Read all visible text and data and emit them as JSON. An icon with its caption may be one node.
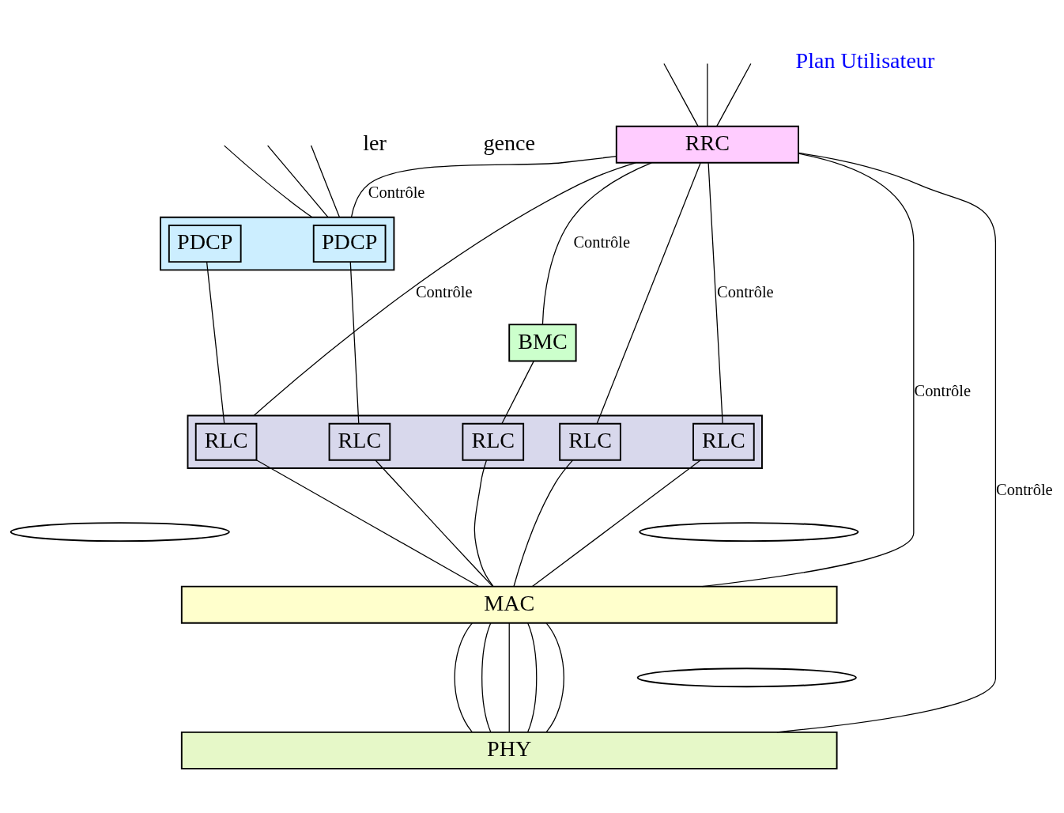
{
  "diagram": {
    "nodes": [
      {
        "text": [
          "RRC"
        ]
      },
      {
        "text": [],
        "shape": "box"
      },
      {
        "text": [
          "PDCP"
        ],
        "in": 1
      },
      {
        "text": [
          "PDCP"
        ],
        "in": 1
      },
      {
        "text": [
          "BMC"
        ]
      },
      {
        "text": [],
        "shape": "box"
      },
      {
        "text": [
          "RLC"
        ],
        "in": 5
      },
      {
        "text": [
          "RLC"
        ],
        "in": 5
      },
      {
        "text": [
          "RLC"
        ],
        "in": 5
      },
      {
        "text": [
          "RLC"
        ],
        "in": 5
      },
      {
        "text": [
          "RLC"
        ],
        "in": 5
      },
      {
        "text": [],
        "shape": "ellipse"
      },
      {
        "text": [],
        "shape": "ellipse"
      },
      {
        "text": [
          "MAC"
        ]
      },
      {
        "text": [],
        "shape": "ellipse"
      },
      {
        "text": [
          "PHY"
        ]
      }
    ],
    "edges": [
      {
        "from": null,
        "to": 0,
        "arrow": "none"
      },
      {
        "from": null,
        "to": 0,
        "arrow": "none"
      },
      {
        "from": null,
        "to": 0,
        "arrow": "none"
      },
      {
        "from": null,
        "to": 1,
        "arrow": "none"
      },
      {
        "from": null,
        "to": 1,
        "arrow": "none"
      },
      {
        "from": null,
        "to": 1,
        "arrow": "none"
      },
      {
        "from": 0,
        "to": 15,
        "arrow": "none",
        "label": "Contrôle"
      },
      {
        "from": 0,
        "to": 13,
        "arrow": "none",
        "label": "Contrôle"
      },
      {
        "from": 0,
        "to": 5,
        "arrow": "none",
        "label": "Contrôle"
      },
      {
        "from": 0,
        "to": 6,
        "arrow": "none",
        "label": "Contrôle"
      },
      {
        "from": 0,
        "to": 7,
        "arrow": "none"
      },
      {
        "from": 0,
        "to": 4,
        "arrow": "none",
        "label": "Contrôle"
      },
      {
        "from": 0,
        "to": 1,
        "arrow": "none",
        "label": "Contrôle"
      },
      {
        "from": 2,
        "to": 8,
        "arrow": "none"
      },
      {
        "from": 3,
        "to": 9,
        "arrow": "none"
      },
      {
        "from": 4,
        "to": 10,
        "arrow": "none"
      },
      {
        "from": 6,
        "to": 13,
        "arrow": "none"
      },
      {
        "from": 7,
        "to": 13,
        "arrow": "none"
      },
      {
        "from": 8,
        "to": 13,
        "arrow": "none"
      },
      {
        "from": 9,
        "to": 13,
        "arrow": "none"
      },
      {
        "from": 10,
        "to": 13,
        "arrow": "none"
      },
      {
        "from": 13,
        "to": 15,
        "arrow": "none"
      },
      {
        "from": 13,
        "to": 15,
        "arrow": "none"
      },
      {
        "from": 13,
        "to": 15,
        "arrow": "none"
      },
      {
        "from": 13,
        "to": 15,
        "arrow": "none"
      },
      {
        "from": 13,
        "to": 15,
        "arrow": "none"
      }
    ],
    "labels": [
      "Plan Utilisateur",
      "ler",
      "gence"
    ]
  }
}
